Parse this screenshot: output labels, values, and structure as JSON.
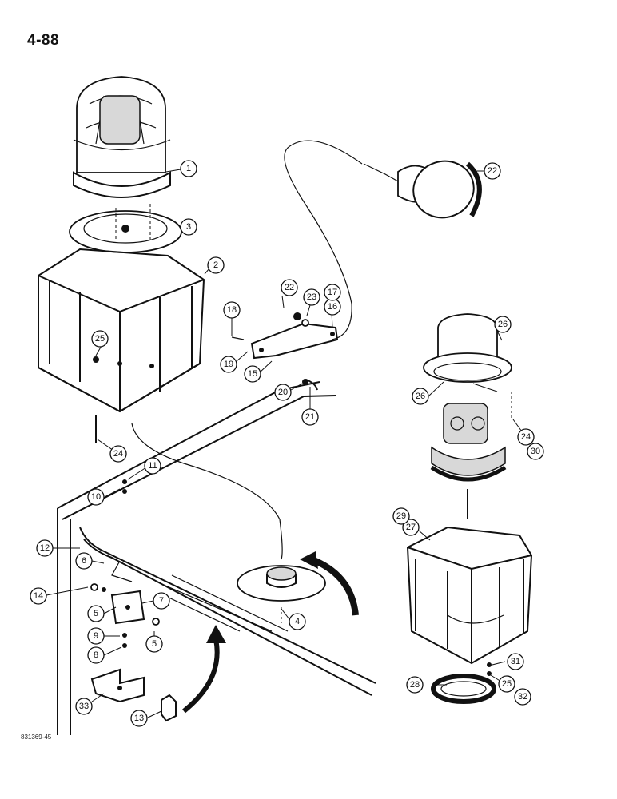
{
  "page": {
    "page_number": "4-88",
    "figure_code": "831369-45"
  },
  "callouts": [
    {
      "id": "c1",
      "label": "1"
    },
    {
      "id": "c2",
      "label": "2"
    },
    {
      "id": "c3",
      "label": "3"
    },
    {
      "id": "c4",
      "label": "4"
    },
    {
      "id": "c5a",
      "label": "5"
    },
    {
      "id": "c5b",
      "label": "5"
    },
    {
      "id": "c6",
      "label": "6"
    },
    {
      "id": "c7",
      "label": "7"
    },
    {
      "id": "c8",
      "label": "8"
    },
    {
      "id": "c9",
      "label": "9"
    },
    {
      "id": "c10",
      "label": "10"
    },
    {
      "id": "c11",
      "label": "11"
    },
    {
      "id": "c12",
      "label": "12"
    },
    {
      "id": "c13",
      "label": "13"
    },
    {
      "id": "c14",
      "label": "14"
    },
    {
      "id": "c15",
      "label": "15"
    },
    {
      "id": "c16",
      "label": "16"
    },
    {
      "id": "c17",
      "label": "17"
    },
    {
      "id": "c18",
      "label": "18"
    },
    {
      "id": "c19",
      "label": "19"
    },
    {
      "id": "c20",
      "label": "20"
    },
    {
      "id": "c21",
      "label": "21"
    },
    {
      "id": "c22a",
      "label": "22"
    },
    {
      "id": "c22b",
      "label": "22"
    },
    {
      "id": "c23",
      "label": "23"
    },
    {
      "id": "c24a",
      "label": "24"
    },
    {
      "id": "c24b",
      "label": "24"
    },
    {
      "id": "c25a",
      "label": "25"
    },
    {
      "id": "c25b",
      "label": "25"
    },
    {
      "id": "c26a",
      "label": "26"
    },
    {
      "id": "c26b",
      "label": "26"
    },
    {
      "id": "c27",
      "label": "27"
    },
    {
      "id": "c28",
      "label": "28"
    },
    {
      "id": "c29",
      "label": "29"
    },
    {
      "id": "c30",
      "label": "30"
    },
    {
      "id": "c31",
      "label": "31"
    },
    {
      "id": "c32",
      "label": "32"
    },
    {
      "id": "c33",
      "label": "33"
    }
  ]
}
